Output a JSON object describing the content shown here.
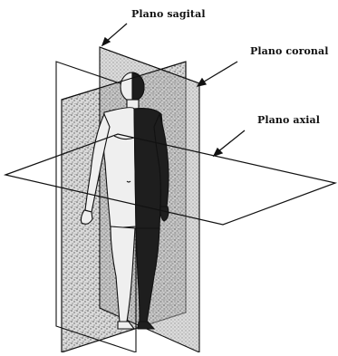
{
  "labels": {
    "sagittal": "Plano sagital",
    "coronal": "Plano coronal",
    "axial": "Plano axial"
  },
  "colors": {
    "line": "#111111",
    "stipple_bg": "#d9d9d9",
    "stipple_dot": "#5a5a5a",
    "body_fill": "#efefef",
    "dark_half": "#1e1e1e"
  }
}
